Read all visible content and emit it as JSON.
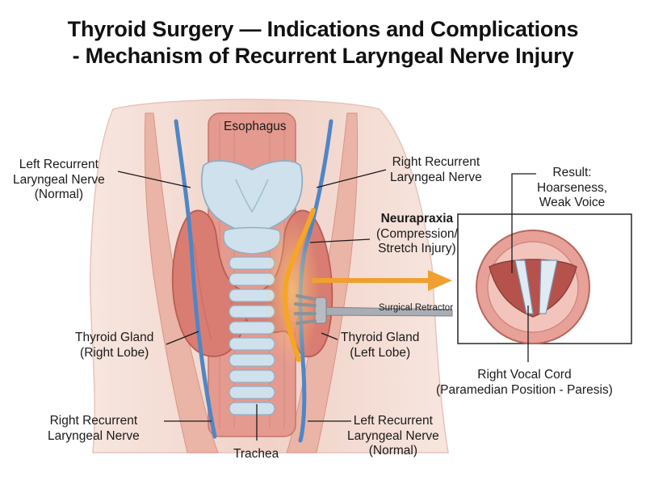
{
  "title": {
    "line1": "Thyroid Surgery — Indications and Complications",
    "line2": "- Mechanism of Recurrent Laryngeal Nerve Injury"
  },
  "labels": {
    "esophagus": "Esophagus",
    "left_rln_top": [
      "Left Recurrent",
      "Laryngeal Nerve",
      "(Normal)"
    ],
    "right_rln_top": [
      "Right Recurrent",
      "Laryngeal Nerve"
    ],
    "neurapraxia": {
      "heading": "Neurapraxia",
      "lines": [
        "(Compression/",
        "Stretch Injury)"
      ]
    },
    "retractor": "Surgical Retractor",
    "thyroid_right": [
      "Thyroid Gland",
      "(Right Lobe)"
    ],
    "thyroid_left": [
      "Thyroid Gland",
      "(Left Lobe)"
    ],
    "right_rln_bottom": [
      "Right Recurrent",
      "Laryngeal Nerve"
    ],
    "left_rln_bottom": [
      "Left Recurrent",
      "Laryngeal Nerve",
      "(Normal)"
    ],
    "trachea": "Trachea",
    "result": [
      "Result:",
      "Hoarseness,",
      "Weak Voice"
    ],
    "vocal_cord": [
      "Right Vocal Cord",
      "(Paramedian Position - Paresis)"
    ]
  },
  "colors": {
    "skin": "#f3ded6",
    "muscle": "#e9a99a",
    "thyroid": "#d97d72",
    "cartilage": "#cfe1ec",
    "nerve": "#4f86c6",
    "injured_nerve": "#f5a623",
    "arrow": "#f0a030",
    "retractor": "#a9aeb4"
  }
}
